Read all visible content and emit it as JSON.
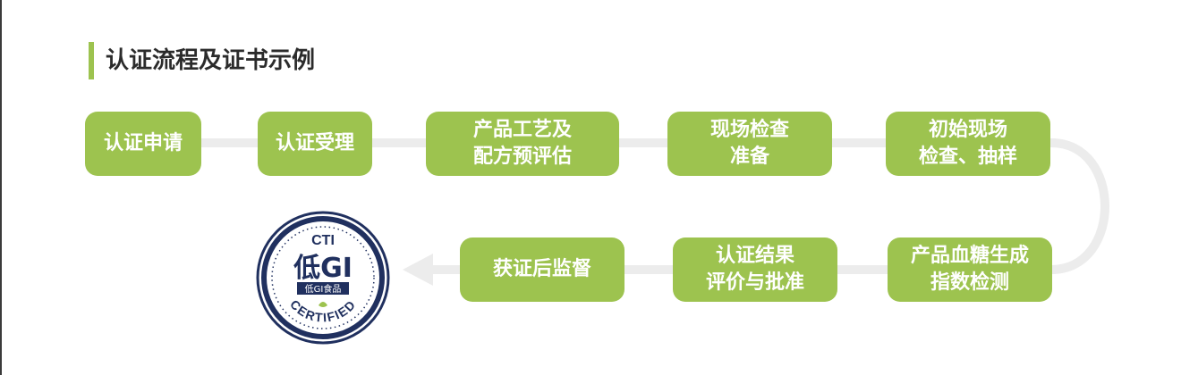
{
  "title": "认证流程及证书示例",
  "steps": [
    {
      "id": "apply",
      "label": "认证申请"
    },
    {
      "id": "accept",
      "label": "认证受理"
    },
    {
      "id": "pre-eval",
      "label": "产品工艺及\n配方预评估"
    },
    {
      "id": "prep",
      "label": "现场检查\n准备"
    },
    {
      "id": "inspect",
      "label": "初始现场\n检查、抽样"
    },
    {
      "id": "gi-test",
      "label": "产品血糖生成\n指数检测"
    },
    {
      "id": "approve",
      "label": "认证结果\n评价与批准"
    },
    {
      "id": "supervise",
      "label": "获证后监督"
    }
  ],
  "badge": {
    "brand": "CTI",
    "main_text": "低GI",
    "band_text": "低GI食品",
    "arc_text": "CERTIFIED"
  },
  "colors": {
    "accent": "#9dc34f",
    "connector": "#ececec",
    "badge_navy": "#20305f",
    "title_text": "#2b2b2b"
  }
}
